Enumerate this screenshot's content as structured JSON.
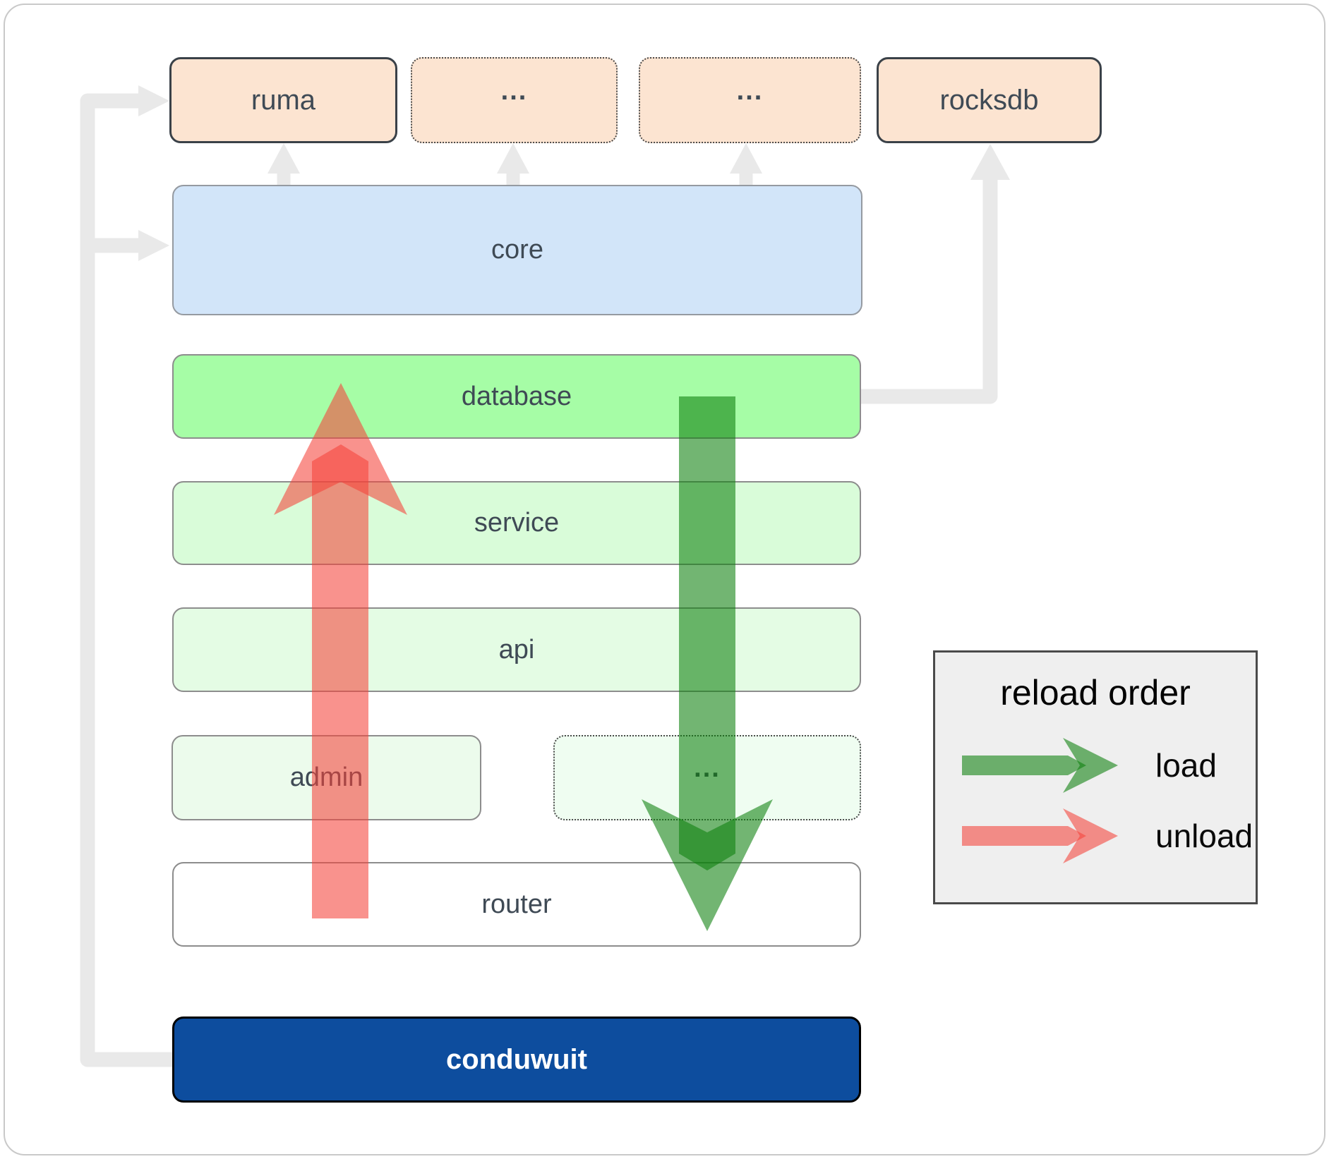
{
  "boxes": {
    "ruma": {
      "label": "ruma"
    },
    "modules1": {
      "label": "..."
    },
    "modules2": {
      "label": "..."
    },
    "rocksdb": {
      "label": "rocksdb"
    },
    "core": {
      "label": "core"
    },
    "database": {
      "label": "database"
    },
    "service": {
      "label": "service"
    },
    "api": {
      "label": "api"
    },
    "admin": {
      "label": "admin"
    },
    "modules3": {
      "label": "..."
    },
    "router": {
      "label": "router"
    },
    "conduwuit": {
      "label": "conduwuit"
    }
  },
  "legend": {
    "title": "reload order",
    "load_label": "load",
    "unload_label": "unload"
  },
  "colors": {
    "load": "#0c800c",
    "unload": "#f4433a",
    "connector": "#e9e9e9",
    "conduwuit_bg": "#0d4d9e",
    "peach_box": "#fce4d1",
    "core_box": "#d2e5f9",
    "database_box": "#a6fda6"
  }
}
